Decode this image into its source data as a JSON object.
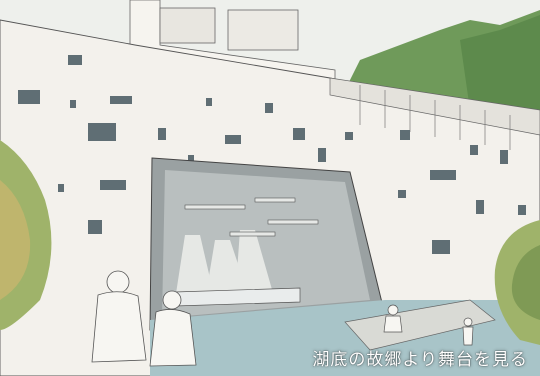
{
  "caption": "湖底の故郷より舞台を見る",
  "colors": {
    "sky": "#eef0ec",
    "facade": "#f3f1ec",
    "facade_shade": "#e4e2dc",
    "mountain": "#6f9a5a",
    "tree": "#9fb36a",
    "water": "#a8c4c8",
    "stage_interior": "#9aa1a2",
    "window": "#5f6e74"
  },
  "icons": [
    "mountain",
    "tree",
    "person",
    "stage",
    "window"
  ]
}
